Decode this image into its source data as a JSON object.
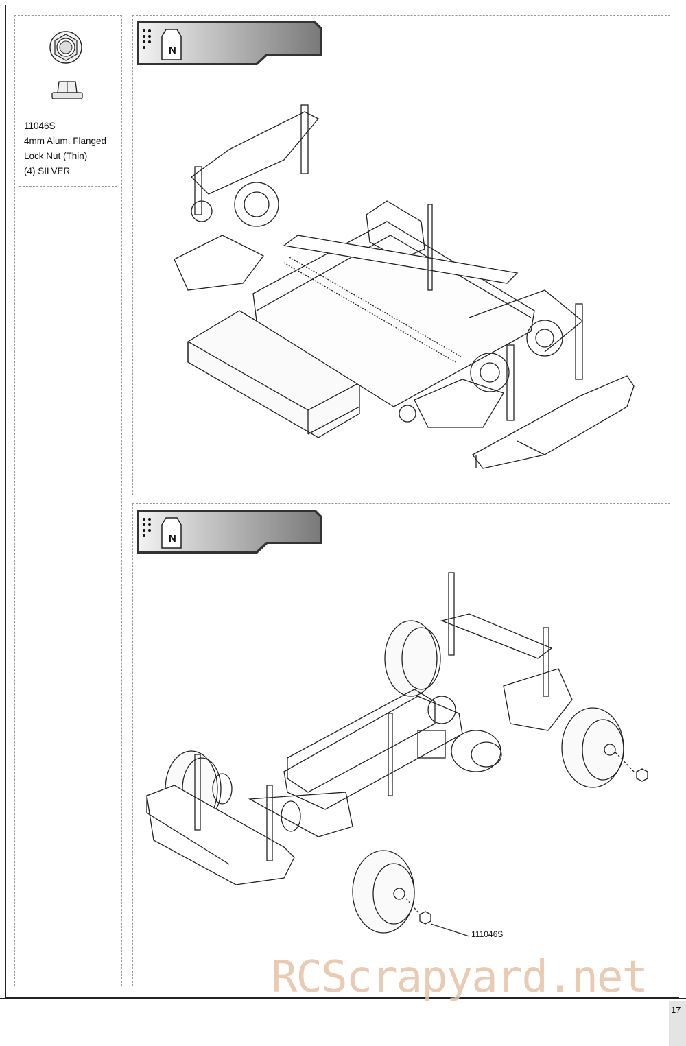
{
  "part": {
    "code": "11046S",
    "line1": "4mm Alum. Flanged",
    "line2": "Lock Nut (Thin)",
    "line3": "(4) SILVER"
  },
  "steps": [
    {
      "bag_letter": "N"
    },
    {
      "bag_letter": "N"
    }
  ],
  "callout": {
    "label": "111046S"
  },
  "watermark": "RCScrapyard.net",
  "page_number": "17"
}
